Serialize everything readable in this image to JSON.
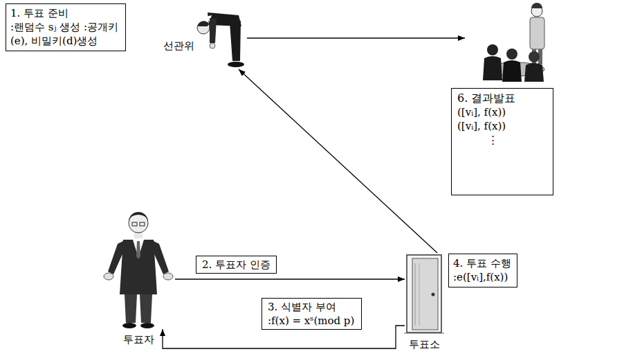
{
  "diagram": {
    "nodes": [
      {
        "text": [
          "1. 투표 준비",
          ":랜덤수 sⱼ 생성 :공개키(e), 비밀키(d)생성"
        ]
      },
      {
        "text": [
          "선관위"
        ]
      },
      {
        "text": [
          "6. 결과발표",
          "([vᵢ], f(x))",
          "([vᵢ], f(x))",
          "⋮"
        ]
      },
      {
        "text": [
          "투표자"
        ]
      },
      {
        "text": [
          "투표소"
        ]
      },
      {
        "text": [
          "4. 투표 수행",
          ":e([vᵢ],f(x))"
        ]
      }
    ],
    "edges": [
      {
        "from": 1,
        "to": 2,
        "arrow": "to"
      },
      {
        "from": 4,
        "to": 1,
        "arrow": "to"
      },
      {
        "from": 3,
        "to": 4,
        "arrow": "to",
        "label": "2. 투표자 인증"
      },
      {
        "from": 4,
        "to": 3,
        "arrow": "to",
        "label": "3. 식별자 부여 :f(x) = xˢ(mod p)"
      }
    ]
  }
}
